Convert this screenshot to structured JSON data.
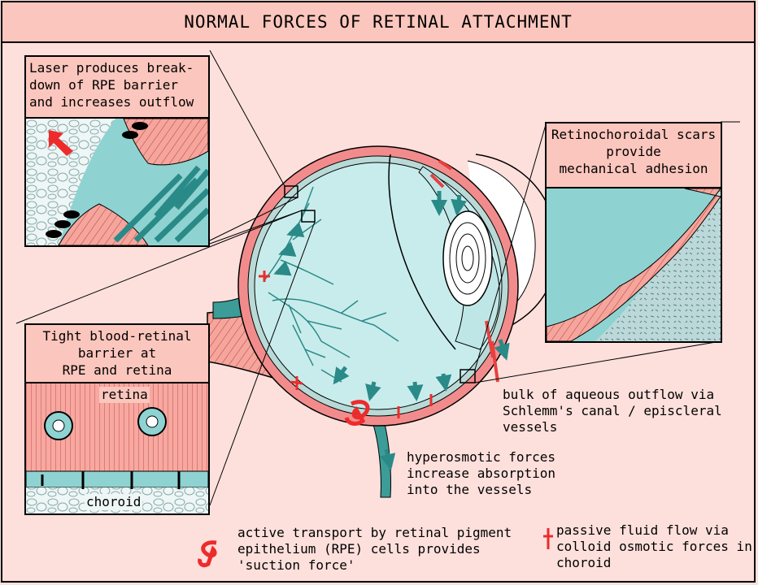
{
  "title": "NORMAL FORCES OF RETINAL ATTACHMENT",
  "panel_laser": {
    "line1": "Laser produces break-",
    "line2": "down of RPE barrier",
    "line3": "and increases outflow"
  },
  "panel_scars": {
    "line1": "Retinochoroidal scars",
    "line2": "provide",
    "line3": "mechanical adhesion"
  },
  "panel_barrier": {
    "line1": "Tight blood-retinal",
    "line2": "barrier at",
    "line3": "RPE and retina",
    "retina_label": "retina",
    "choroid_label": "choroid"
  },
  "annotations": {
    "aqueous": [
      "bulk of aqueous outflow via",
      "Schlemm's canal / episcleral",
      "vessels"
    ],
    "hyperosmotic": [
      "hyperosmotic forces",
      "increase absorption",
      "into the vessels"
    ],
    "active": [
      "active transport by retinal pigment",
      "epithelium (RPE) cells provides",
      "'suction force'"
    ],
    "passive": [
      "passive fluid flow via",
      "colloid osmotic forces in",
      "choroid"
    ]
  },
  "colors": {
    "background": "#fde0dc",
    "panel": "#fbc6bd",
    "teal": "#2a8a88",
    "light_teal": "#8ed3d1",
    "vitreous": "#c8ecec",
    "red_arrow": "#ee2b2b",
    "pink_tissue": "#f28c8c"
  }
}
